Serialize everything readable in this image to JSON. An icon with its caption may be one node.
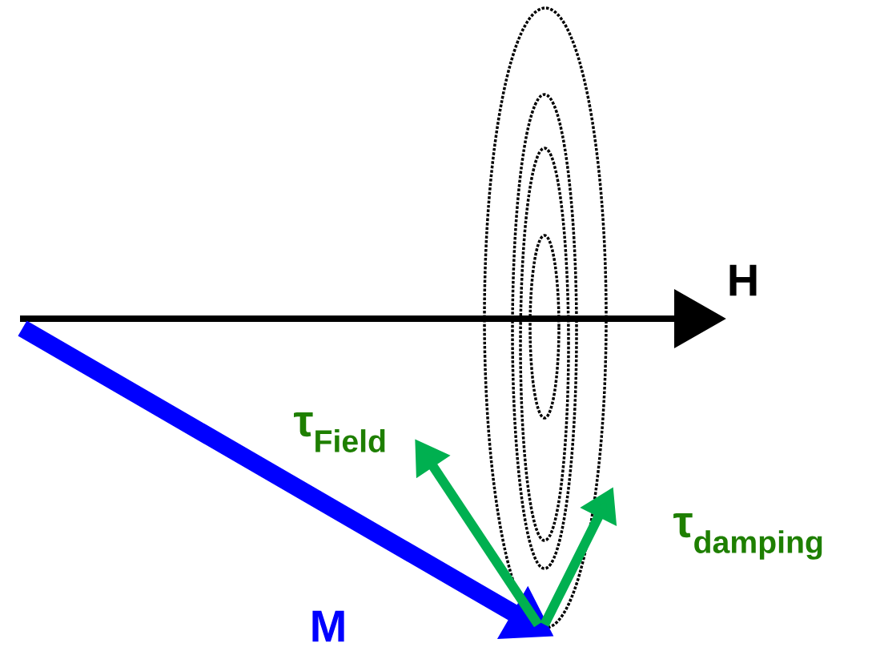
{
  "diagram": {
    "labels": [
      "H",
      "τ$_{Field}$",
      "τ$_{damping}$",
      "M"
    ]
  }
}
